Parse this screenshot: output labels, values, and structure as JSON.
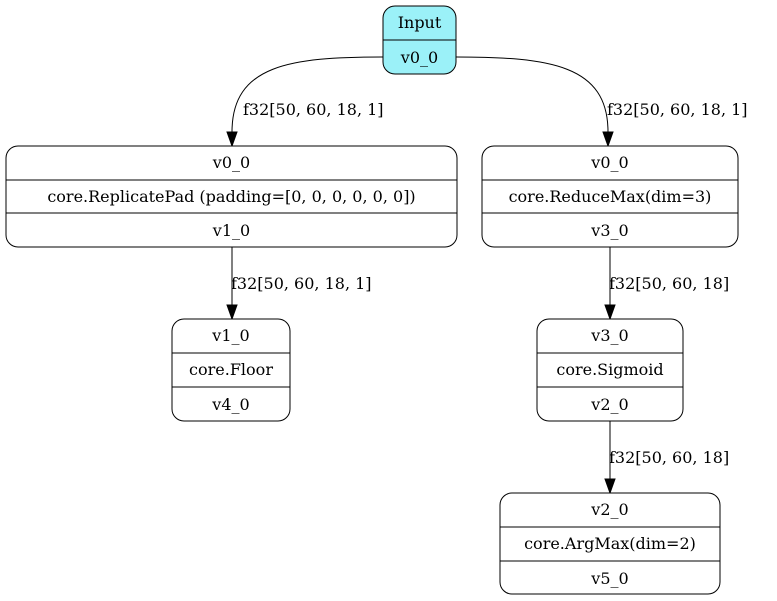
{
  "colors": {
    "input_fill": "#9bf1f8",
    "node_fill": "#ffffff",
    "stroke": "#000000"
  },
  "nodes": {
    "input": {
      "title": "Input",
      "out": "v0_0"
    },
    "replicate": {
      "in": "v0_0",
      "op": "core.ReplicatePad (padding=[0, 0, 0, 0, 0, 0])",
      "out": "v1_0"
    },
    "reducemax": {
      "in": "v0_0",
      "op": "core.ReduceMax(dim=3)",
      "out": "v3_0"
    },
    "floor": {
      "in": "v1_0",
      "op": "core.Floor",
      "out": "v4_0"
    },
    "sigmoid": {
      "in": "v3_0",
      "op": "core.Sigmoid",
      "out": "v2_0"
    },
    "argmax": {
      "in": "v2_0",
      "op": "core.ArgMax(dim=2)",
      "out": "v5_0"
    }
  },
  "edges": {
    "input_to_replicate": "f32[50, 60, 18, 1]",
    "input_to_reducemax": "f32[50, 60, 18, 1]",
    "replicate_to_floor": "f32[50, 60, 18, 1]",
    "reducemax_to_sigmoid": "f32[50, 60, 18]",
    "sigmoid_to_argmax": "f32[50, 60, 18]"
  }
}
